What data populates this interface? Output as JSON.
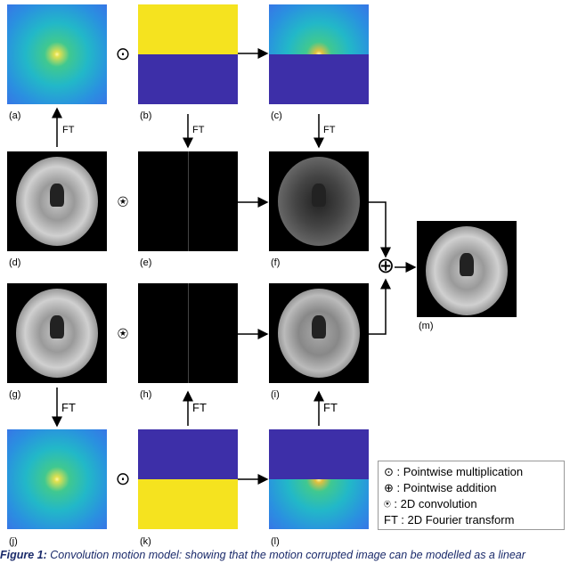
{
  "panels": {
    "a": "(a)",
    "b": "(b)",
    "c": "(c)",
    "d": "(d)",
    "e": "(e)",
    "f": "(f)",
    "g": "(g)",
    "h": "(h)",
    "i": "(i)",
    "j": "(j)",
    "k": "(k)",
    "l": "(l)",
    "m": "(m)"
  },
  "symbols": {
    "mult": "⊙",
    "conv": "⍟",
    "add": "⊕"
  },
  "ft": "FT",
  "legend": [
    "⊙ : Pointwise multiplication",
    "⊕ : Pointwise addition",
    "⍟ : 2D convolution",
    "FT : 2D Fourier transform"
  ],
  "caption": {
    "label": "Figure 1:",
    "text": " Convolution motion model: showing that the motion corrupted image can be modelled as a linear"
  },
  "colors": {
    "yellow": "#f5e31f",
    "blue": "#3d2fa8"
  }
}
